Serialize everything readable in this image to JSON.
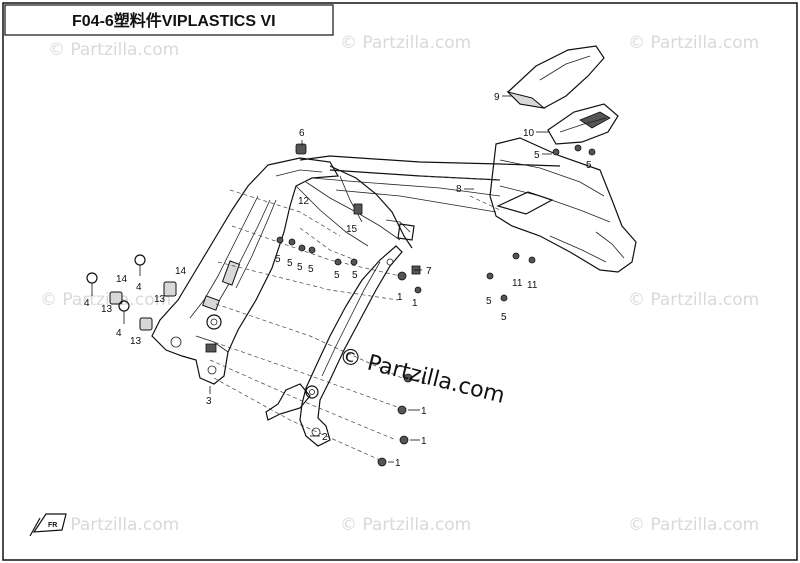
{
  "title": "F04-6塑料件VIPLASTICS VI",
  "watermarks": [
    "© Partzilla.com",
    "© Partzilla.com",
    "© Partzilla.com",
    "© Partzilla.com",
    "© Partzilla.com",
    "© Partzilla.com",
    "© Partzilla.com",
    "© Partzilla.com"
  ],
  "center_watermark": "© Partzilla.com",
  "callouts": [
    "9",
    "10",
    "5",
    "5",
    "8",
    "6",
    "12",
    "15",
    "5",
    "5",
    "5",
    "5",
    "5",
    "5",
    "7",
    "1",
    "1",
    "11",
    "11",
    "5",
    "5",
    "4",
    "14",
    "14",
    "13",
    "13",
    "4",
    "4",
    "13",
    "3",
    "1",
    "1",
    "1",
    "1",
    "2"
  ],
  "front_badge": "FR",
  "icons": {
    "front-direction": "arrow-icon"
  }
}
